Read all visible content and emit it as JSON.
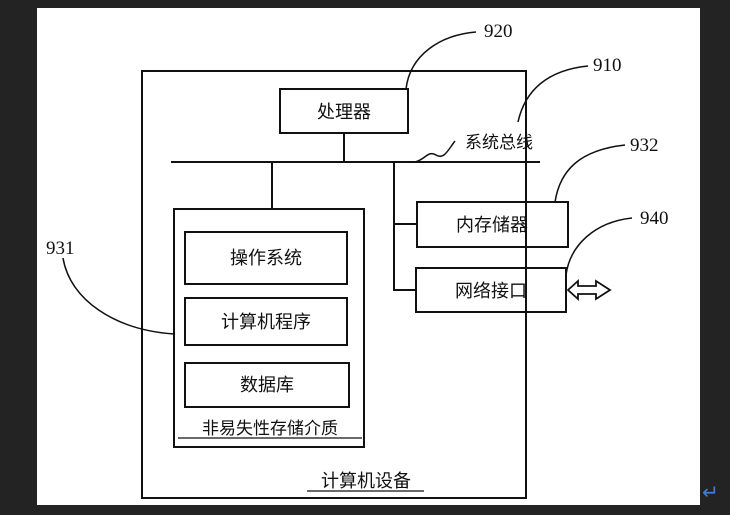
{
  "diagram": {
    "device": {
      "label": "计算机设备"
    },
    "processor": {
      "label": "处理器",
      "ref": "920"
    },
    "bus": {
      "label": "系统总线",
      "ref": "910"
    },
    "memory": {
      "label": "内存储器",
      "ref": "932"
    },
    "network": {
      "label": "网络接口",
      "ref": "940"
    },
    "storage": {
      "label": "非易失性存储介质",
      "ref": "931",
      "items": [
        {
          "label": "操作系统"
        },
        {
          "label": "计算机程序"
        },
        {
          "label": "数据库"
        }
      ]
    }
  },
  "editor": {
    "return_mark": "↵"
  }
}
